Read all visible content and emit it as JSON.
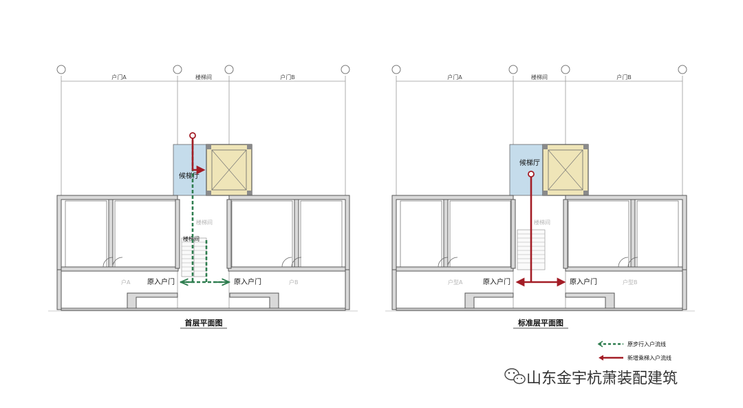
{
  "axis_labels": {
    "unit_a": "户门A",
    "stair": "楼梯间",
    "unit_b": "户门B"
  },
  "ground_floor": {
    "title": "首层平面图",
    "elevator_lobby": "候梯厅",
    "stair_hall_faint": "楼梯间",
    "stair_label": "楼梯间",
    "unit_a_faint": "户A",
    "unit_b_faint": "户B",
    "door_left": "原入户门",
    "door_right": "原入户门"
  },
  "standard_floor": {
    "title": "标准层平面图",
    "elevator_lobby": "候梯厅",
    "stair_hall_faint": "楼梯间",
    "unit_a_faint": "户型A",
    "unit_b_faint": "户型B",
    "door_left": "原入户门",
    "door_right": "原入户门"
  },
  "legend": {
    "walk_route": "原步行入户流线",
    "elevator_route": "新增乘梯入户流线"
  },
  "watermark": "山东金宇杭萧装配建筑",
  "colors": {
    "walk_route": "#2e7d4f",
    "elevator_route": "#a31d26",
    "elevator_fill": "#efe5b8",
    "lobby_fill": "#c5dceb"
  }
}
